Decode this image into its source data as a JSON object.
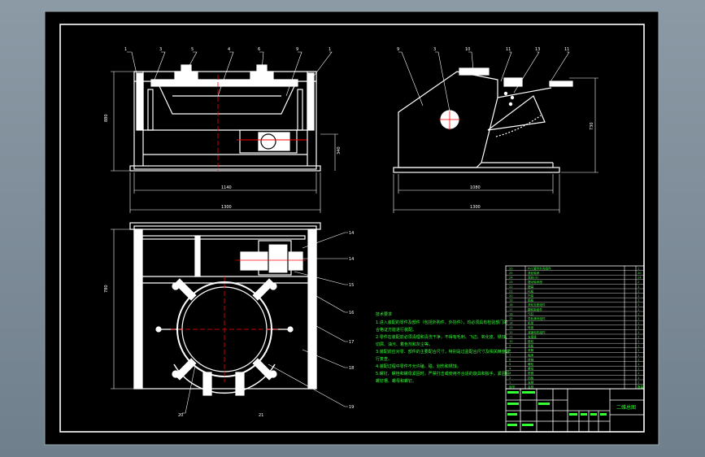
{
  "drawing": {
    "title_block": {
      "drawing_name": "二维总图"
    },
    "tech_notes": {
      "heading": "技术要求",
      "lines": [
        "1.进入装配的零件及部件（包括外购件、外协件），均必须具有检验部门的",
        "合格证方能进行装配。",
        "2.零件在装配前必须清理和清洗干净，不得有毛刺、飞边、氧化皮、锈蚀、",
        "切屑、油污、着色剂和灰尘等。",
        "3.装配前应对零、部件的主要配合尺寸，特别是过盈配合尺寸及相关精度进",
        "行复查。",
        "4.装配过程中零件不允许磕、碰、划伤和锈蚀。",
        "5.螺钉、螺栓和螺母紧固时，严禁打击或使用不合适的旋具和扳手。紧固后",
        "螺钉槽、螺母和螺钉。"
      ]
    },
    "dimensions": {
      "front_width_inner": "1140",
      "front_width_outer": "1300",
      "front_height": "880",
      "front_motor_height": "340",
      "side_width_inner": "1080",
      "side_width_outer": "1300",
      "side_height": "730",
      "plan_depth": "780"
    },
    "balloons": {
      "front_top": [
        "1",
        "3",
        "5",
        "4",
        "6",
        "9",
        "1"
      ],
      "side_top": [
        "9",
        "3",
        "10",
        "11",
        "13",
        "11"
      ],
      "plan_right": [
        "14",
        "14",
        "15",
        "16",
        "17",
        "18",
        "19"
      ],
      "plan_bottom": [
        "20",
        "21"
      ]
    },
    "parts_list": [
      {
        "no": "20",
        "name": "PVC管件外壳组件",
        "qty": "1"
      },
      {
        "no": "25",
        "name": "滚轮轴承",
        "qty": "20"
      },
      {
        "no": "24",
        "name": "滚轮(小)",
        "qty": "24"
      },
      {
        "no": "23",
        "name": "摆动轴承座",
        "qty": "2"
      },
      {
        "no": "22",
        "name": "摆臂",
        "qty": "1"
      },
      {
        "no": "21",
        "name": "托板",
        "qty": "1"
      },
      {
        "no": "20",
        "name": "托架",
        "qty": "1"
      },
      {
        "no": "19",
        "name": "筋板",
        "qty": "1"
      },
      {
        "no": "18",
        "name": "滚轮支座组件",
        "qty": "1"
      },
      {
        "no": "17",
        "name": "翻转架组件",
        "qty": "1"
      },
      {
        "no": "16",
        "name": "气缸",
        "qty": "1"
      },
      {
        "no": "15",
        "name": "导轨滑块组件",
        "qty": "1"
      },
      {
        "no": "14",
        "name": "机架",
        "qty": "1"
      },
      {
        "no": "13",
        "name": "转盘",
        "qty": "1"
      },
      {
        "no": "12",
        "name": "减速电机组件",
        "qty": "1"
      },
      {
        "no": "11",
        "name": "支撑座",
        "qty": "1"
      },
      {
        "no": "10",
        "name": "链轮",
        "qty": "1"
      },
      {
        "no": "9",
        "name": "底板",
        "qty": "1"
      },
      {
        "no": "8",
        "name": "滚筒",
        "qty": "1"
      },
      {
        "no": "7",
        "name": "轴承",
        "qty": "1"
      },
      {
        "no": "6",
        "name": "转轴",
        "qty": "1"
      },
      {
        "no": "5",
        "name": "螺栓",
        "qty": "1"
      },
      {
        "no": "4",
        "name": "螺母",
        "qty": "1"
      },
      {
        "no": "3",
        "name": "垫圈",
        "qty": "1"
      },
      {
        "no": "2",
        "name": "挡板",
        "qty": "1"
      },
      {
        "no": "1",
        "name": "支脚",
        "qty": "1"
      }
    ],
    "parts_header": {
      "no": "序号",
      "name": "名称",
      "qty": "数量"
    }
  }
}
